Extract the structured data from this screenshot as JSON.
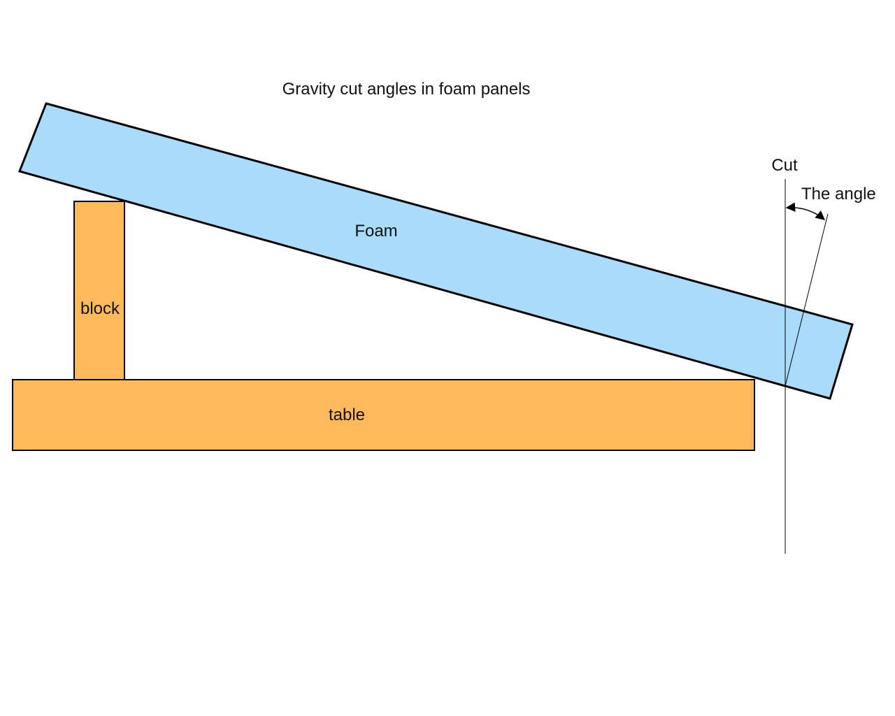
{
  "title": "Gravity cut angles in foam panels",
  "labels": {
    "foam": "Foam",
    "block": "block",
    "table": "table",
    "cut": "Cut",
    "angle": "The angle"
  },
  "colors": {
    "foam_fill": "#a9dcfb",
    "wood_fill": "#fdb95a",
    "stroke": "#000000",
    "background": "#ffffff"
  }
}
